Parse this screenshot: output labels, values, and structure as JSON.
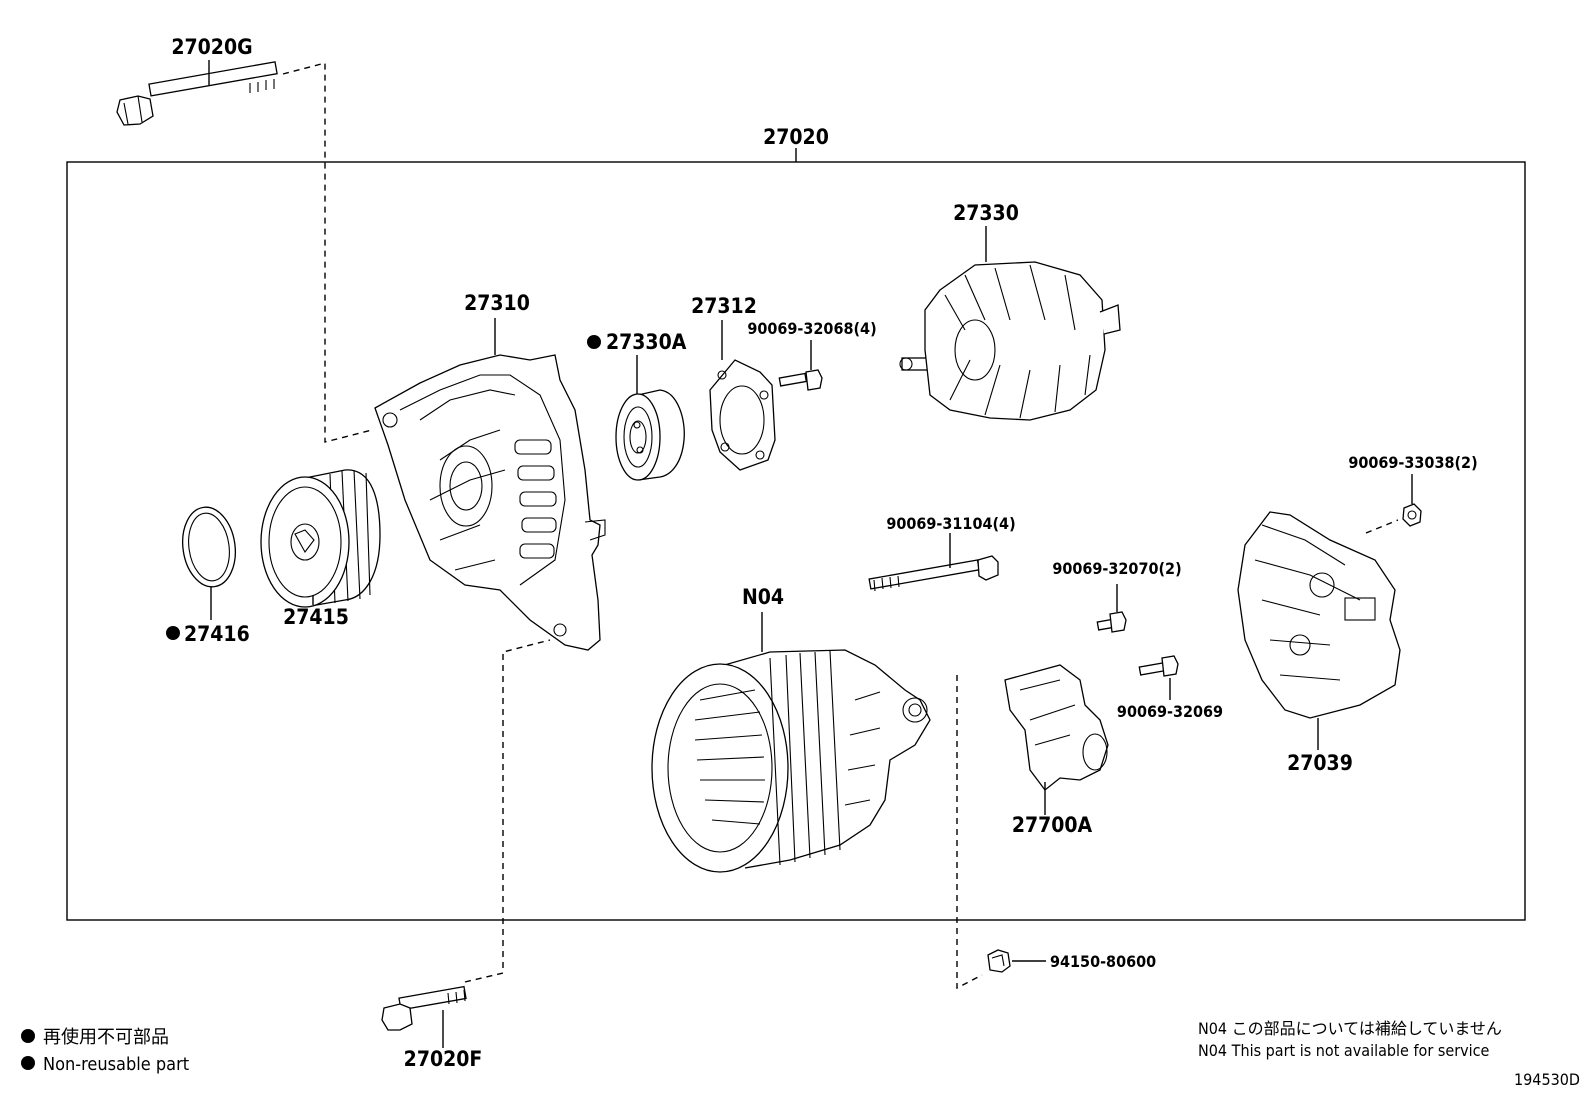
{
  "labels": {
    "l27020G": "27020G",
    "l27020": "27020",
    "l27330": "27330",
    "l27310": "27310",
    "l27312": "27312",
    "l27330A": "27330A",
    "l90069_32068": "90069-32068(4)",
    "l90069_33038": "90069-33038(2)",
    "l90069_31104": "90069-31104(4)",
    "l90069_32070": "90069-32070(2)",
    "l90069_32069": "90069-32069",
    "l27416": "27416",
    "l27415": "27415",
    "lN04": "N04",
    "l27039": "27039",
    "l27700A": "27700A",
    "l94150": "94150-80600",
    "l27020F": "27020F"
  },
  "legend": {
    "jp": "再使用不可部品",
    "en": "Non-reusable part"
  },
  "notes": {
    "jp": "N04 この部品については補給していません",
    "en": "N04 This part is not available for service"
  },
  "diagram_id": "194530D"
}
